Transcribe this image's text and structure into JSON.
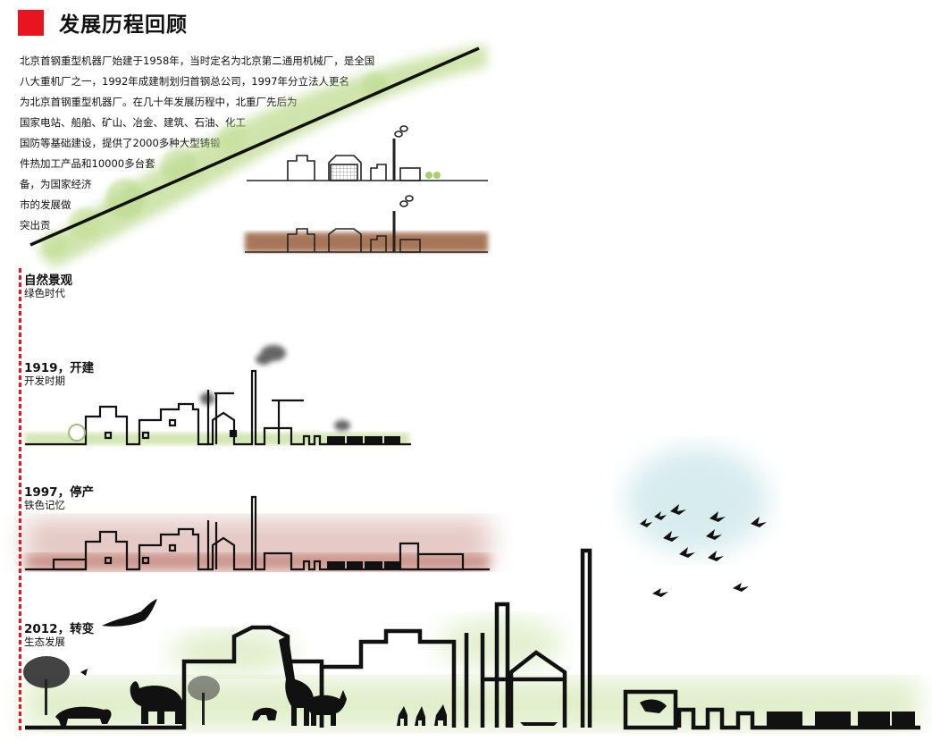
{
  "title": "发展历程回顾",
  "intro_lines": [
    "北京首钢重型机器厂始建于1958年，当时定名为北京第二通用机械厂，是全国",
    "八大重机厂之一，1992年成建制划归首钢总公司，1997年分立法人更名",
    "为北京首钢重型机器厂。在几十年发展历程中，北重厂先后为",
    "国家电站、船舶、矿山、冶金、建筑、石油、化工",
    "国防等基础建设，提供了2000多种大型铸锻",
    "件热加工产品和10000多台套",
    "备，为国家经济",
    "市的发展做",
    "突出贡"
  ],
  "eras": [
    {
      "title": "自然景观",
      "subtitle": "绿色时代"
    },
    {
      "title": "1919，开建",
      "subtitle": "开发时期"
    },
    {
      "title": "1997，停产",
      "subtitle": "铁色记忆"
    },
    {
      "title": "2012，转变",
      "subtitle": "生态发展"
    }
  ],
  "colors": {
    "accent": "#e8141e",
    "green_wash": "#a8cf6a",
    "rust_wash": "#9e3b2a",
    "sky_wash": "#b8dde0",
    "ink": "#111111"
  },
  "icons": {
    "birds": "flying-bird-silhouettes",
    "animals": "wildlife-silhouettes",
    "smoke": "chimney-smoke"
  }
}
